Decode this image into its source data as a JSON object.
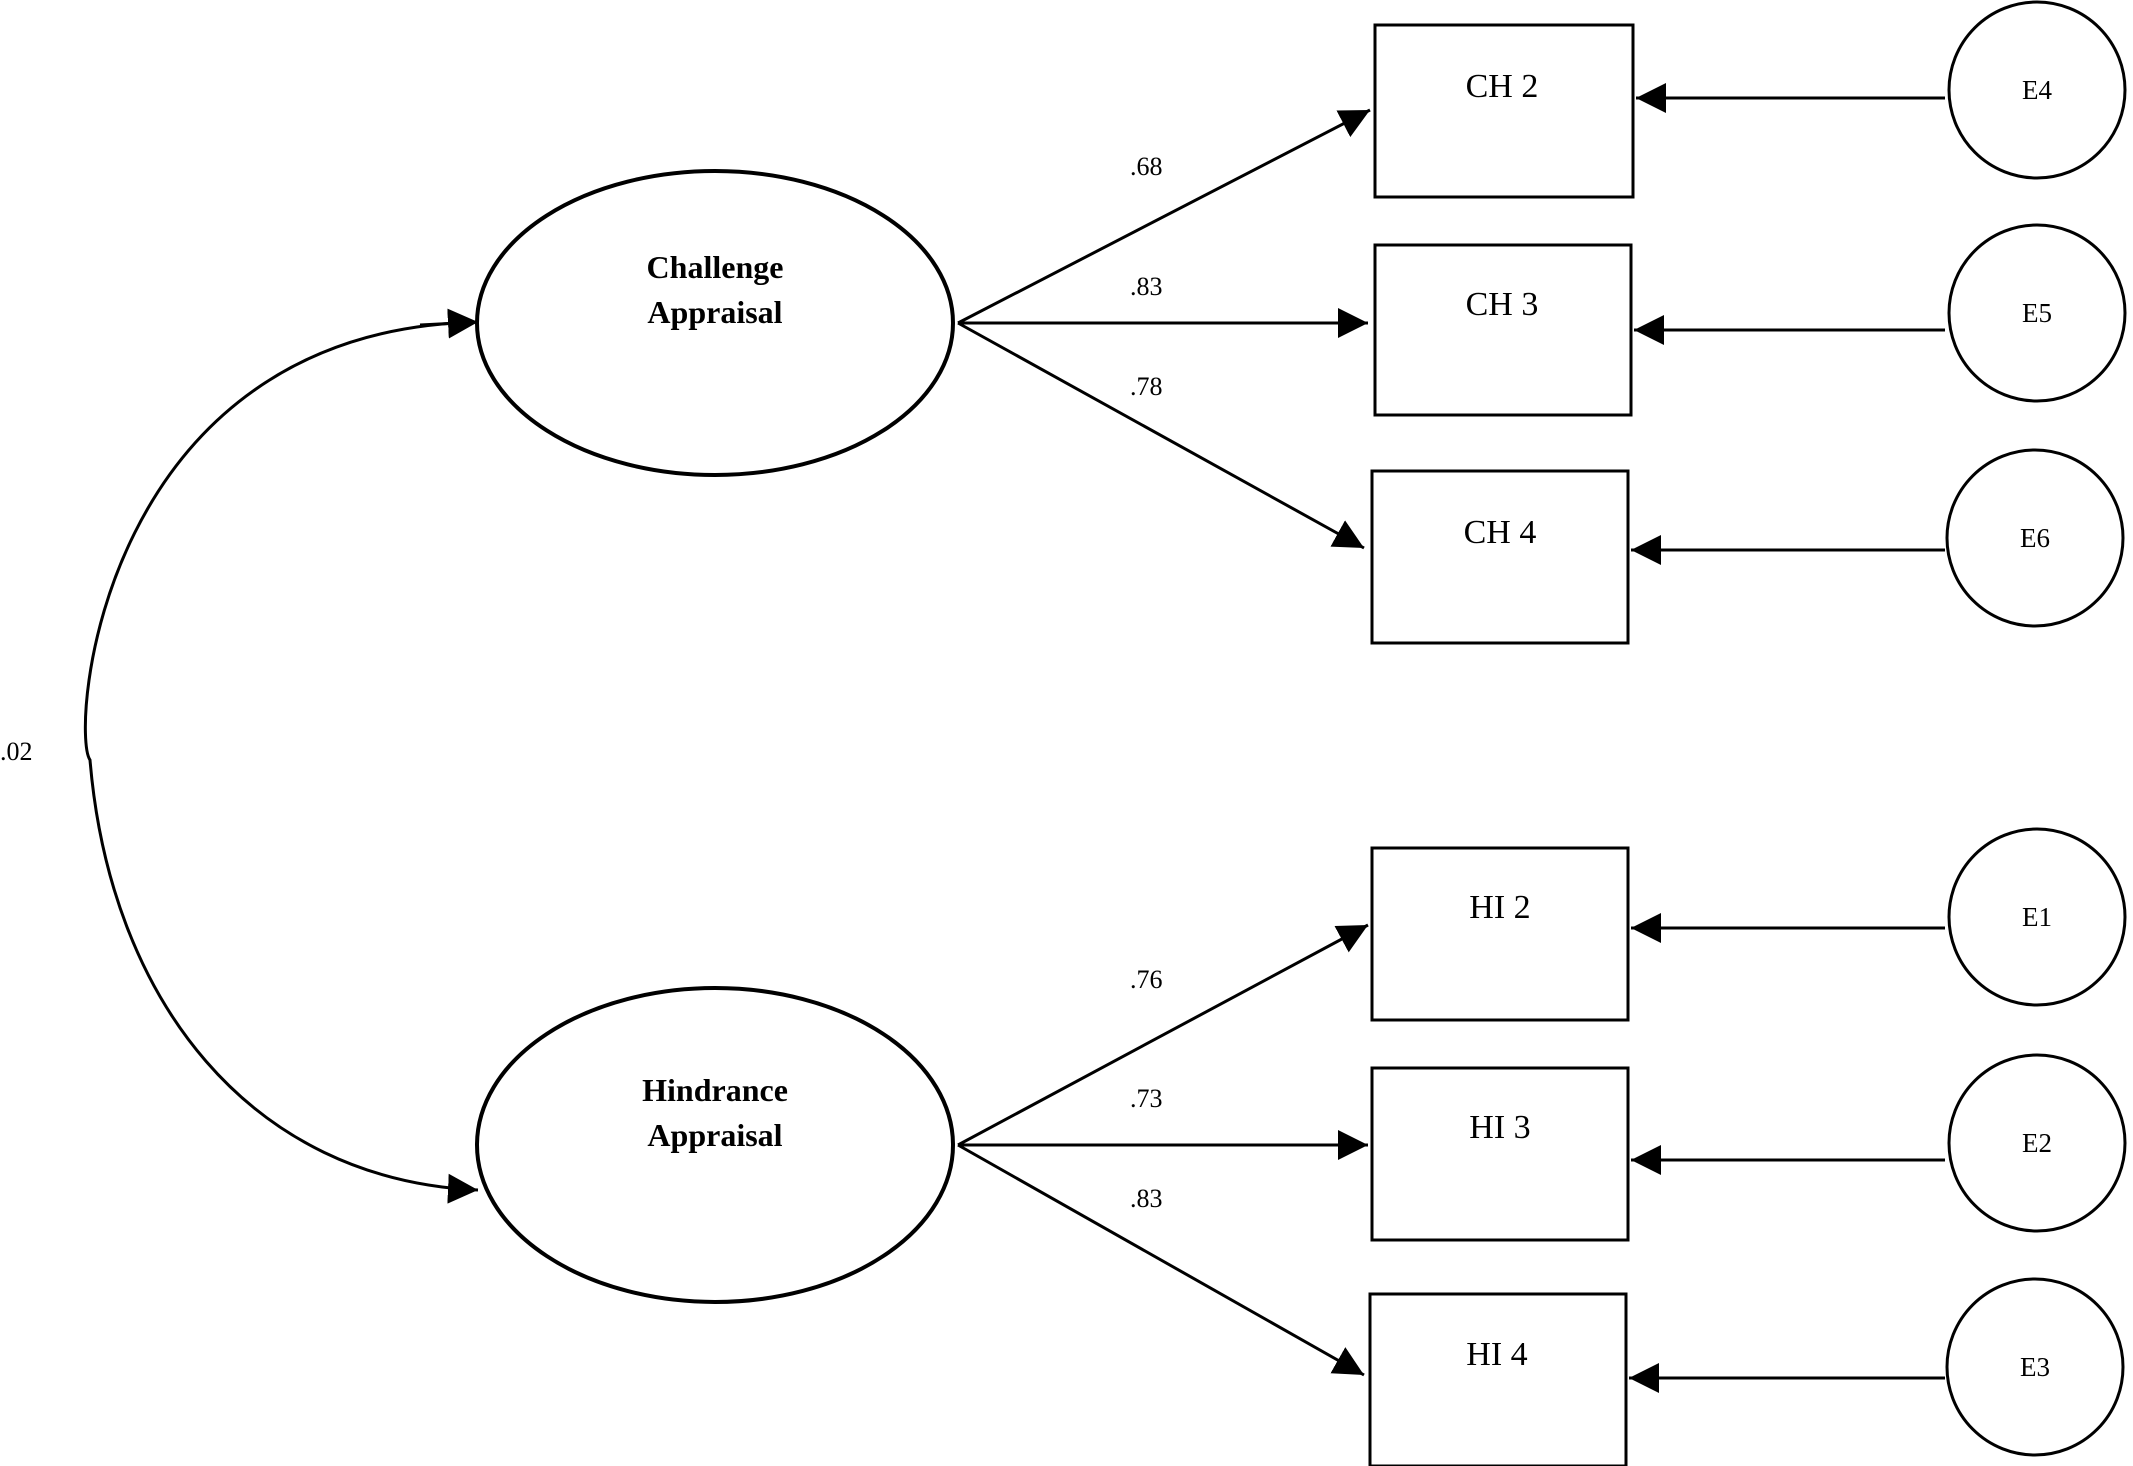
{
  "latents": {
    "challenge": {
      "line1": "Challenge",
      "line2": "Appraisal"
    },
    "hindrance": {
      "line1": "Hindrance",
      "line2": "Appraisal"
    }
  },
  "indicators": {
    "ch2": "CH 2",
    "ch3": "CH 3",
    "ch4": "CH 4",
    "hi2": "HI 2",
    "hi3": "HI 3",
    "hi4": "HI 4"
  },
  "errors": {
    "e4": "E4",
    "e5": "E5",
    "e6": "E6",
    "e1": "E1",
    "e2": "E2",
    "e3": "E3"
  },
  "loadings": {
    "ch2": ".68",
    "ch3": ".83",
    "ch4": ".78",
    "hi2": ".76",
    "hi3": ".73",
    "hi4": ".83"
  },
  "covariance": ".02"
}
